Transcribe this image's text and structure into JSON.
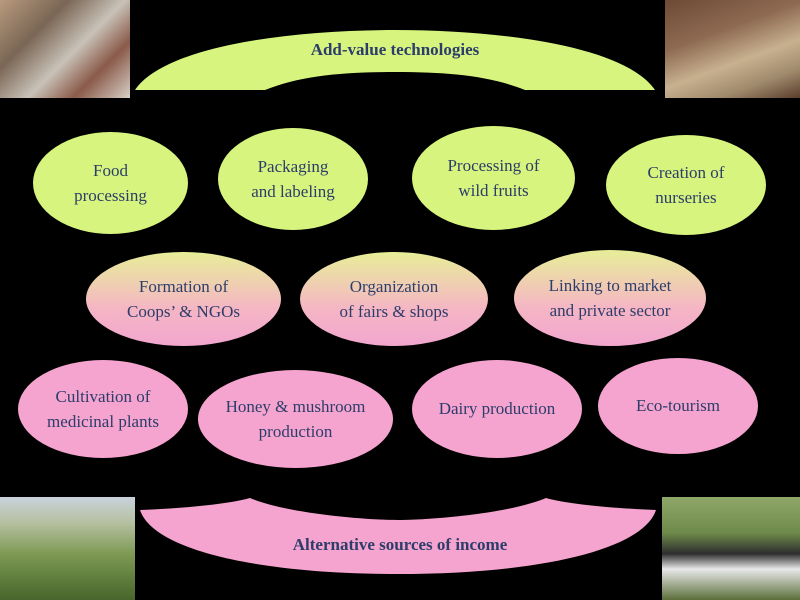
{
  "banners": {
    "top": "Add-value technologies",
    "bottom": "Alternative sources of income"
  },
  "items": [
    {
      "line1": "Food",
      "line2": "processing"
    },
    {
      "line1": "Packaging",
      "line2": "and labeling"
    },
    {
      "line1": "Processing of",
      "line2": "wild fruits"
    },
    {
      "line1": "Creation of",
      "line2": "nurseries"
    },
    {
      "line1": "Formation of",
      "line2": "Coops’ & NGOs"
    },
    {
      "line1": "Organization",
      "line2": "of fairs & shops"
    },
    {
      "line1": "Linking to market",
      "line2": "and private sector"
    },
    {
      "line1": "Cultivation of",
      "line2": "medicinal plants"
    },
    {
      "line1": "Honey & mushroom",
      "line2": "production"
    },
    {
      "line1": "Dairy production",
      "line2": ""
    },
    {
      "line1": "Eco-tourism",
      "line2": ""
    }
  ],
  "colors": {
    "green": "#d6f47e",
    "pink": "#f5a3cf",
    "text": "#2d3d6a"
  }
}
